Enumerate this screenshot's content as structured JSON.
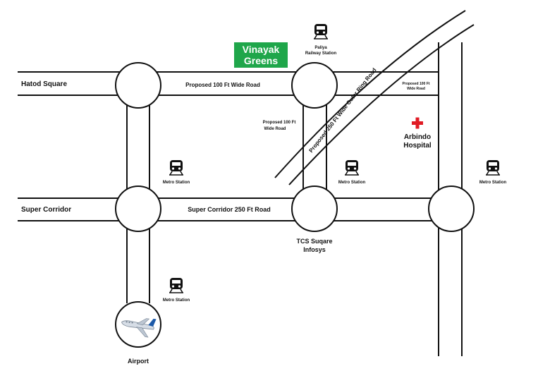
{
  "brand": {
    "line1": "Vinayak",
    "line2": "Greens",
    "color": "#1fa64a"
  },
  "places": {
    "hatod_square": "Hatod Square",
    "super_corridor": "Super Corridor",
    "tcs_line1": "TCS Suqare",
    "tcs_line2": "Infosys",
    "airport": "Airport",
    "hospital_line1": "Arbindo",
    "hospital_line2": "Hospital"
  },
  "stations": {
    "palliya_line1": "Paliya",
    "palliya_line2": "Railway Station",
    "metro_1": "Metro Station",
    "metro_2": "Metro Station",
    "metro_3": "Metro Station",
    "metro_4": "Metro Station"
  },
  "roads": {
    "proposed_100_top": "Proposed 100 Ft Wide Road",
    "proposed_100_mid_line1": "Proposed 100 Ft",
    "proposed_100_mid_line2": "Wide Road",
    "proposed_100_right_line1": "Proposed 100 Ft",
    "proposed_100_right_line2": "Wide Road",
    "super_corridor_road": "Super Corridor 250 Ft Road",
    "outer_ring_road": "Proposed 250 Ft Wide Outer Ring Road"
  },
  "colors": {
    "road_line": "#111111",
    "hospital_cross": "#e01b24",
    "airplane_body": "#cfd8e3",
    "airplane_tail": "#1d5aa8"
  },
  "icons": {
    "train": "train-icon",
    "airplane": "airplane-icon",
    "hospital": "hospital-cross-icon"
  }
}
